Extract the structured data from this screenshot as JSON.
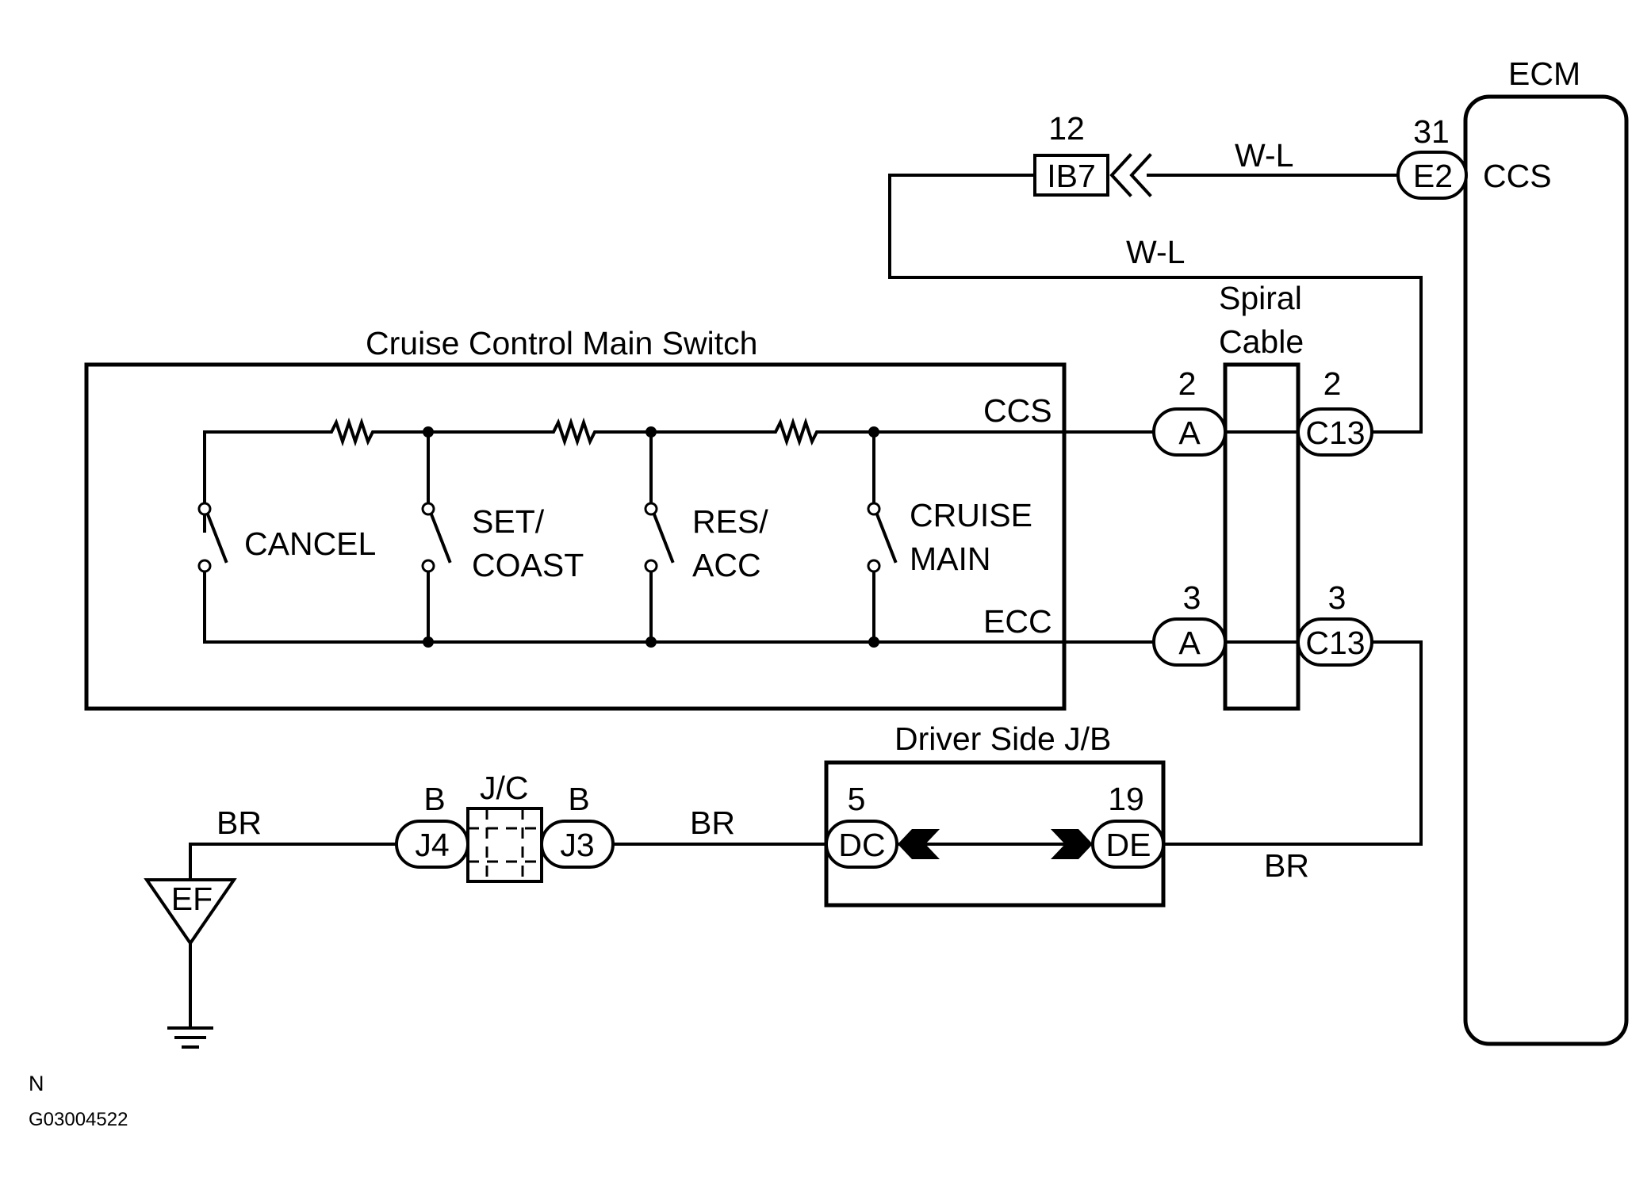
{
  "labels": {
    "ecm_title": "ECM",
    "ecm_ccs": "CCS",
    "main_switch_title": "Cruise Control Main Switch",
    "spiral_line1": "Spiral",
    "spiral_line2": "Cable",
    "jb_title": "Driver Side J/B",
    "jc_title": "J/C",
    "line_ccs": "CCS",
    "line_ecc": "ECC",
    "footer_letter": "N",
    "figure_code": "G03004522"
  },
  "switches": [
    {
      "line1": "CANCEL",
      "line2": ""
    },
    {
      "line1": "SET/",
      "line2": "COAST"
    },
    {
      "line1": "RES/",
      "line2": "ACC"
    },
    {
      "line1": "CRUISE",
      "line2": "MAIN"
    }
  ],
  "connectors": {
    "ib7": {
      "code": "IB7",
      "pin": "12"
    },
    "e2": {
      "code": "E2",
      "pin": "31"
    },
    "a_top": {
      "code": "A",
      "pin": "2"
    },
    "c13_top": {
      "code": "C13",
      "pin": "2"
    },
    "a_bot": {
      "code": "A",
      "pin": "3"
    },
    "c13_bot": {
      "code": "C13",
      "pin": "3"
    },
    "dc": {
      "code": "DC",
      "pin": "5"
    },
    "de": {
      "code": "DE",
      "pin": "19"
    },
    "j4": {
      "code": "J4",
      "pin": "B"
    },
    "j3": {
      "code": "J3",
      "pin": "B"
    },
    "ef": {
      "code": "EF"
    }
  },
  "wires": {
    "wl_top": "W-L",
    "wl_mid": "W-L",
    "br_ground": "BR",
    "br_jb": "BR",
    "br_right": "BR"
  }
}
